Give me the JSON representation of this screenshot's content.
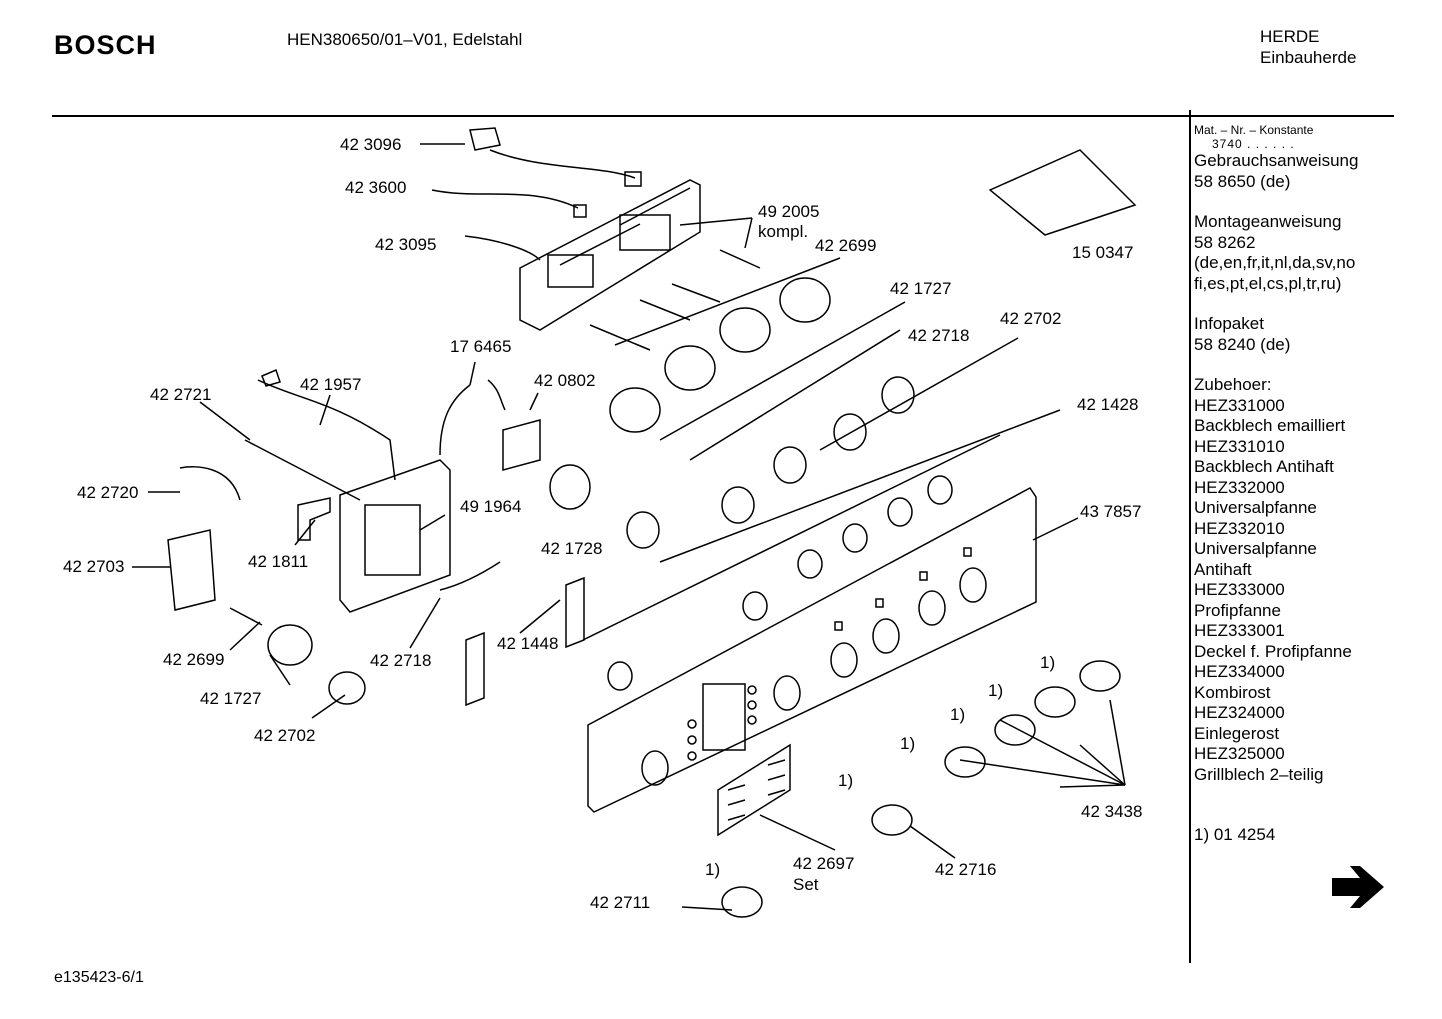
{
  "header": {
    "brand": "BOSCH",
    "model": "HEN380650/01–V01, Edelstahl",
    "category1": "HERDE",
    "category2": "Einbauherde"
  },
  "footer": {
    "doc_id": "e135423-6/1"
  },
  "sidebar": {
    "mat_label": "Mat. – Nr. – Konstante",
    "mat_code": "3740  .  .  .  .  .  .",
    "lines_a": [
      "Gebrauchsanweisung",
      "58 8650 (de)"
    ],
    "lines_b": [
      "Montageanweisung",
      "58 8262",
      "(de,en,fr,it,nl,da,sv,no",
      "fi,es,pt,el,cs,pl,tr,ru)"
    ],
    "lines_c": [
      "Infopaket",
      "58 8240 (de)"
    ],
    "lines_d": [
      "Zubehoer:",
      "HEZ331000",
      "Backblech emailliert",
      "HEZ331010",
      "Backblech Antihaft",
      "HEZ332000",
      "Universalpfanne",
      "HEZ332010",
      "Universalpfanne",
      "Antihaft",
      "HEZ333000",
      "Profipfanne",
      "HEZ333001",
      "Deckel f. Profipfanne",
      "HEZ334000",
      "Kombirost",
      "HEZ324000",
      "Einlegerost",
      "HEZ325000",
      "Grillblech 2–teilig"
    ],
    "footnote": "1) 01 4254",
    "next_icon": "arrow-right-icon"
  },
  "parts": {
    "p423096": "42 3096",
    "p423600": "42 3600",
    "p423095": "42 3095",
    "p492005": "49 2005",
    "kompl": "kompl.",
    "p422699a": "42 2699",
    "p150347": "15 0347",
    "p421727a": "42 1727",
    "p422702a": "42 2702",
    "p422718a": "42 2718",
    "p176465": "17 6465",
    "p420802": "42 0802",
    "p422721": "42 2721",
    "p421957": "42 1957",
    "p421428": "42 1428",
    "p422720": "42 2720",
    "p491964": "49 1964",
    "p437857": "43 7857",
    "p421811": "42 1811",
    "p421728": "42 1728",
    "p422703": "42 2703",
    "p421448": "42 1448",
    "p422699b": "42 2699",
    "p422718b": "42 2718",
    "p421727b": "42 1727",
    "p422702b": "42 2702",
    "p423438": "42 3438",
    "p422697": "42 2697",
    "set": "Set",
    "p422716": "42 2716",
    "p422711": "42 2711",
    "fn": "1)"
  }
}
